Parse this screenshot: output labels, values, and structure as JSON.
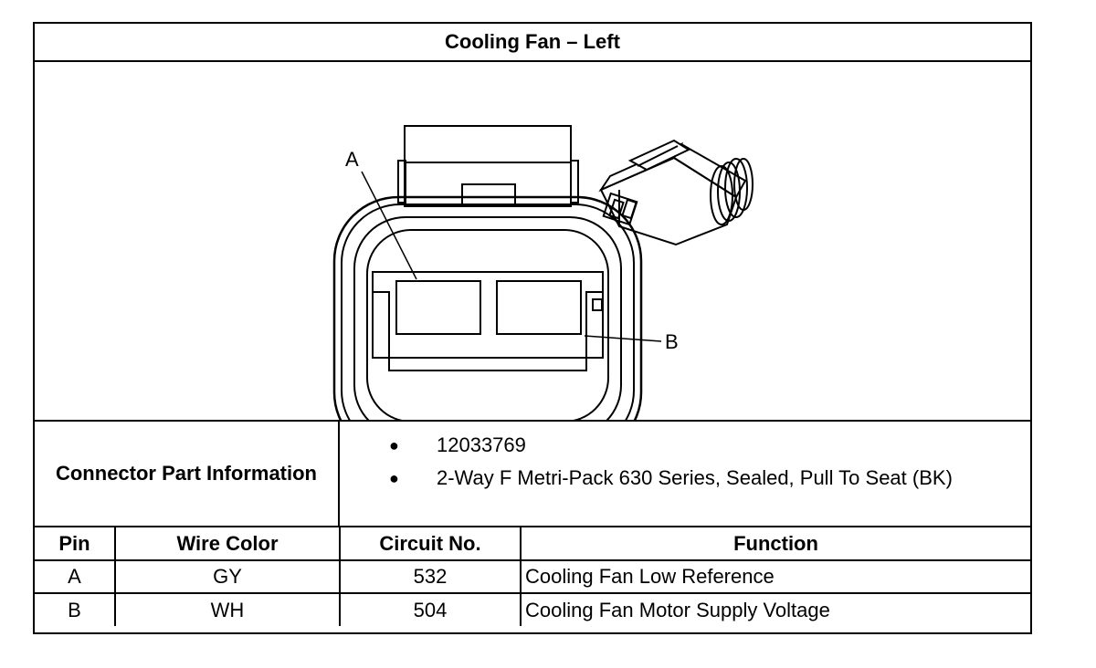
{
  "title": "Cooling Fan – Left",
  "diagram": {
    "callout_a": "A",
    "callout_b": "B"
  },
  "connector_info": {
    "label": "Connector Part Information",
    "items": [
      "12033769",
      "2-Way F Metri-Pack 630 Series, Sealed, Pull To Seat (BK)"
    ]
  },
  "pin_table": {
    "headers": [
      "Pin",
      "Wire Color",
      "Circuit No.",
      "Function"
    ],
    "rows": [
      [
        "A",
        "GY",
        "532",
        "Cooling Fan Low Reference"
      ],
      [
        "B",
        "WH",
        "504",
        "Cooling Fan Motor Supply Voltage"
      ]
    ]
  }
}
